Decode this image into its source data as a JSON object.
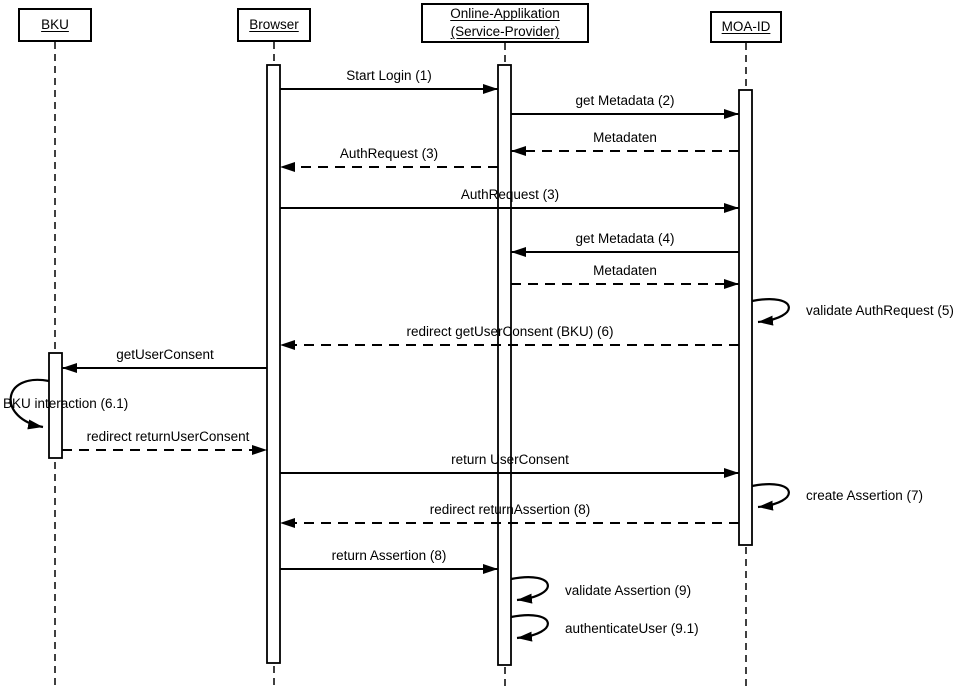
{
  "diagram_type": "uml-sequence",
  "actors": [
    {
      "id": "bku",
      "label": "BKU"
    },
    {
      "id": "browser",
      "label": "Browser"
    },
    {
      "id": "oa",
      "label": "Online-Applikation (Service-Provider)"
    },
    {
      "id": "moaid",
      "label": "MOA-ID"
    }
  ],
  "messages": [
    {
      "label": "Start Login (1)",
      "from": "browser",
      "to": "oa",
      "line": "solid"
    },
    {
      "label": "get Metadata (2)",
      "from": "oa",
      "to": "moaid",
      "line": "solid"
    },
    {
      "label": "Metadaten",
      "from": "moaid",
      "to": "oa",
      "line": "dashed"
    },
    {
      "label": "AuthRequest (3)",
      "from": "oa",
      "to": "browser",
      "line": "dashed"
    },
    {
      "label": "AuthRequest (3)",
      "from": "browser",
      "to": "moaid",
      "line": "solid"
    },
    {
      "label": "get Metadata (4)",
      "from": "moaid",
      "to": "oa",
      "line": "solid"
    },
    {
      "label": "Metadaten",
      "from": "oa",
      "to": "moaid",
      "line": "dashed"
    },
    {
      "label": "validate AuthRequest (5)",
      "from": "moaid",
      "to": "moaid",
      "line": "self-loop"
    },
    {
      "label": "redirect getUserConsent (BKU) (6)",
      "from": "moaid",
      "to": "browser",
      "line": "dashed"
    },
    {
      "label": "getUserConsent",
      "from": "browser",
      "to": "bku",
      "line": "solid"
    },
    {
      "label": "BKU interaction (6.1)",
      "from": "bku",
      "to": "bku",
      "line": "self-loop"
    },
    {
      "label": "redirect returnUserConsent",
      "from": "bku",
      "to": "browser",
      "line": "dashed"
    },
    {
      "label": "return UserConsent",
      "from": "browser",
      "to": "moaid",
      "line": "solid"
    },
    {
      "label": "create Assertion (7)",
      "from": "moaid",
      "to": "moaid",
      "line": "self-loop"
    },
    {
      "label": "redirect returnAssertion (8)",
      "from": "moaid",
      "to": "browser",
      "line": "dashed"
    },
    {
      "label": "return Assertion (8)",
      "from": "browser",
      "to": "oa",
      "line": "solid"
    },
    {
      "label": "validate Assertion (9)",
      "from": "oa",
      "to": "oa",
      "line": "self-loop"
    },
    {
      "label": "authenticateUser (9.1)",
      "from": "oa",
      "to": "oa",
      "line": "self-loop"
    }
  ],
  "colors": {
    "line": "#000000",
    "background": "#ffffff"
  }
}
